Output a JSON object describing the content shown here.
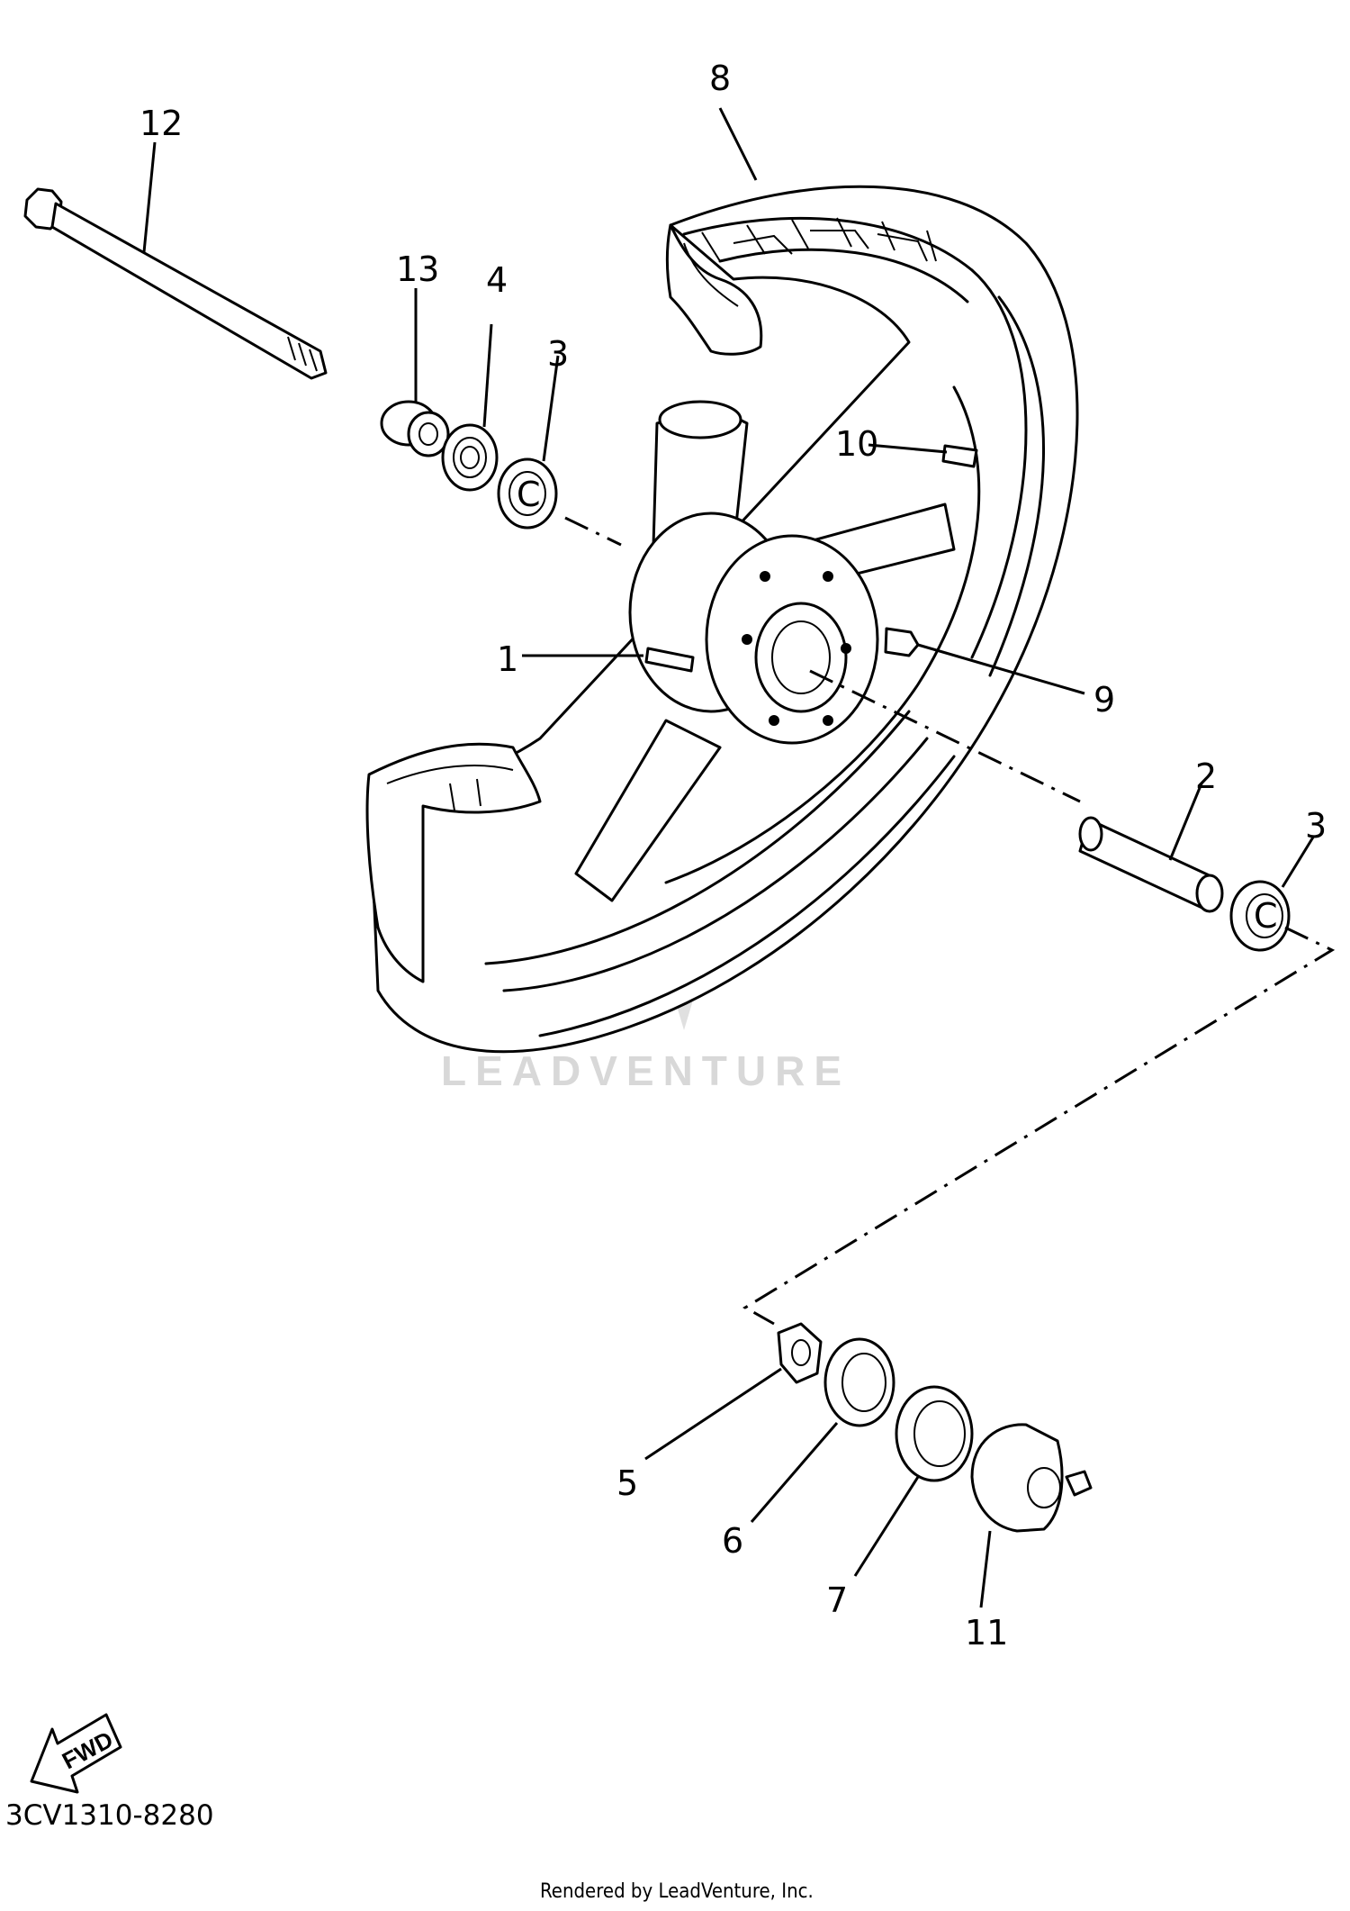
{
  "diagram": {
    "callouts": [
      {
        "id": "c1",
        "label": "1"
      },
      {
        "id": "c2",
        "label": "2"
      },
      {
        "id": "c3a",
        "label": "3"
      },
      {
        "id": "c3b",
        "label": "3"
      },
      {
        "id": "c4",
        "label": "4"
      },
      {
        "id": "c5",
        "label": "5"
      },
      {
        "id": "c6",
        "label": "6"
      },
      {
        "id": "c7",
        "label": "7"
      },
      {
        "id": "c8",
        "label": "8"
      },
      {
        "id": "c9",
        "label": "9"
      },
      {
        "id": "c10",
        "label": "10"
      },
      {
        "id": "c11",
        "label": "11"
      },
      {
        "id": "c12",
        "label": "12"
      },
      {
        "id": "c13",
        "label": "13"
      }
    ],
    "fwd_arrow_label": "FWD",
    "watermark": "LEADVENTURE"
  },
  "footer": {
    "diagram_code": "3CV1310-8280",
    "rendered_by": "Rendered by LeadVenture, Inc."
  }
}
